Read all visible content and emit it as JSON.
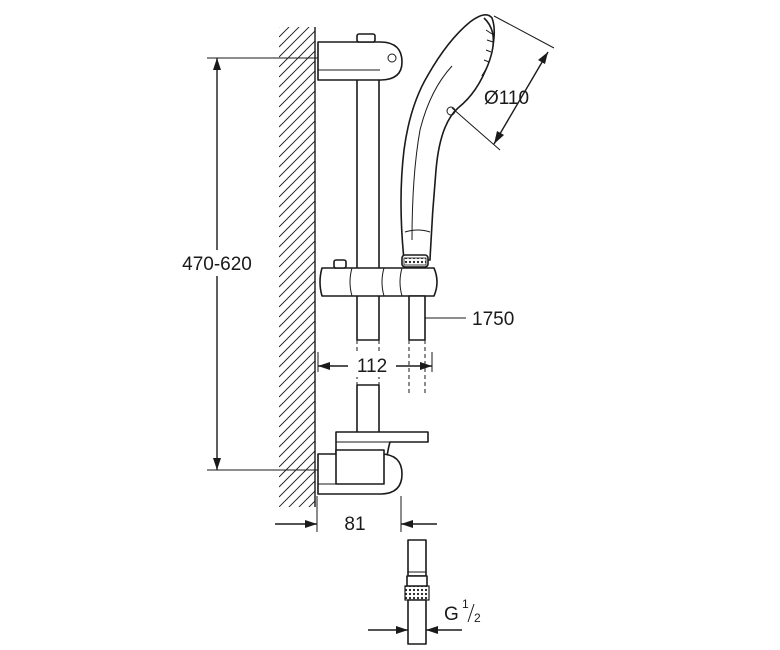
{
  "drawing": {
    "dimensions": {
      "height_range": "470-620",
      "head_diameter": "Ø110",
      "hose_length": "1750",
      "slider_offset": "112",
      "wall_offset": "81",
      "thread": "G",
      "thread_fraction_num": "1",
      "thread_fraction_den": "2"
    }
  }
}
